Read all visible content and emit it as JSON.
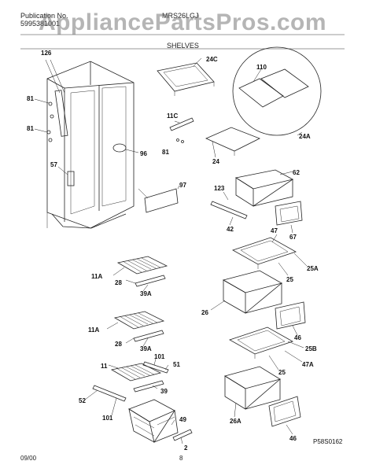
{
  "header": {
    "pub_label": "Publication No.",
    "pub_number": "5995381001",
    "model": "MRS26LGJ",
    "section": "SHELVES"
  },
  "watermark": "AppliancePartsPros.com",
  "callouts": {
    "c126": "126",
    "c81a": "81",
    "c81b": "81",
    "c57": "57",
    "c96": "96",
    "c97": "97",
    "c24c": "24C",
    "c11c": "11C",
    "c81c": "81",
    "c24": "24",
    "c110": "110",
    "c24a": "24A",
    "c62": "62",
    "c123": "123",
    "c42": "42",
    "c67": "67",
    "c47": "47",
    "c25a": "25A",
    "c25": "25",
    "c26": "26",
    "c46": "46",
    "c11a": "11A",
    "c28": "28",
    "c39a": "39A",
    "c11a2": "11A",
    "c28b": "28",
    "c39a2": "39A",
    "c25b": "25B",
    "c47a": "47A",
    "c25c": "25",
    "c11": "11",
    "c101": "101",
    "c51": "51",
    "c39": "39",
    "c52": "52",
    "c101b": "101",
    "c49": "49",
    "c2": "2",
    "c26a": "26A",
    "c46b": "46"
  },
  "diagram_code": "P58S0162",
  "footer": {
    "date": "09/00",
    "page": "8"
  }
}
